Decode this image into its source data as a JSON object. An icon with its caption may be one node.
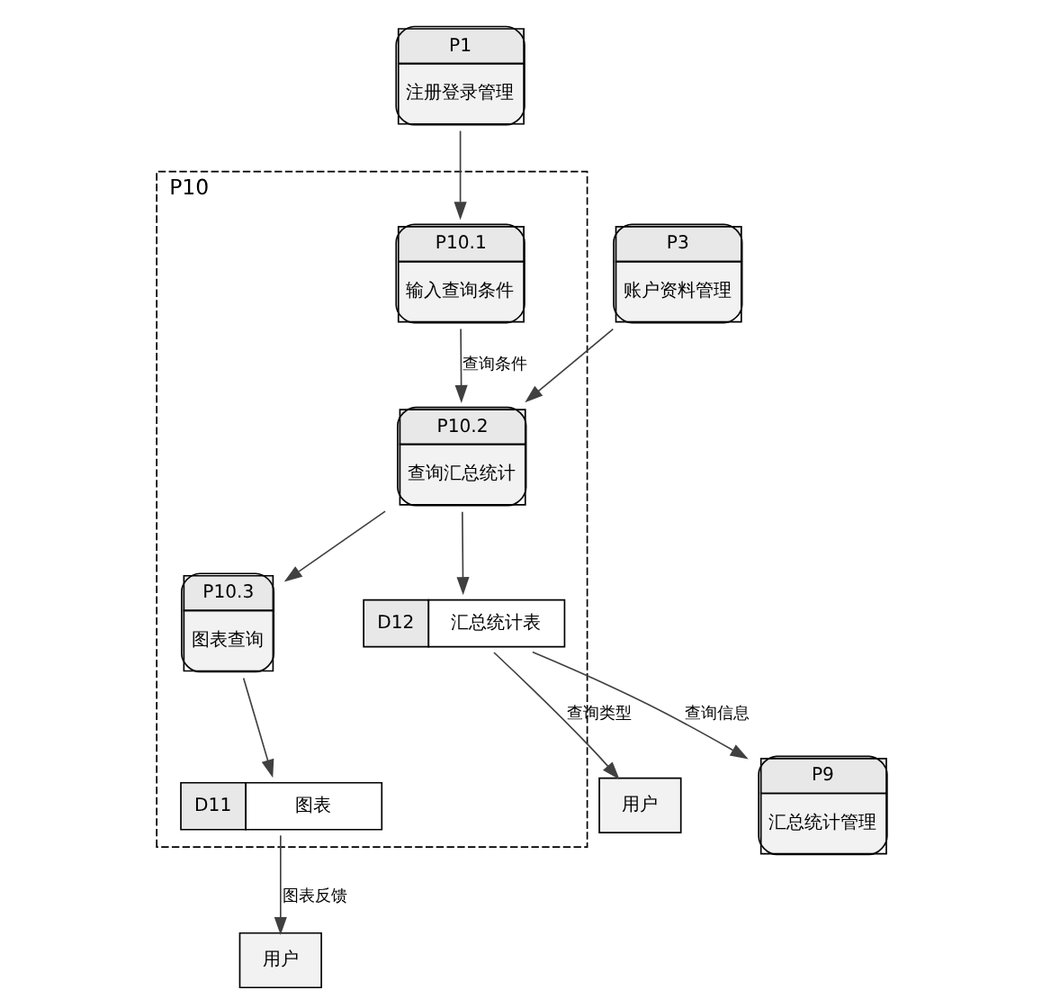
{
  "diagram": {
    "nodes": [
      {
        "text": [
          "P1",
          "注册登录管理"
        ]
      },
      {
        "text": [
          "P10"
        ]
      },
      {
        "text": [
          "P10.1",
          "输入查询条件"
        ],
        "in": 1
      },
      {
        "text": [
          "P10.2",
          "查询汇总统计"
        ],
        "in": 1
      },
      {
        "text": [
          "P10.3",
          "图表查询"
        ],
        "in": 1
      },
      {
        "text": [
          "D12",
          "汇总统计表"
        ],
        "in": 1
      },
      {
        "text": [
          "D11",
          "图表"
        ],
        "in": 1
      },
      {
        "text": [
          "P3",
          "账户资料管理"
        ]
      },
      {
        "text": [
          "用户"
        ]
      },
      {
        "text": [
          "用户"
        ]
      },
      {
        "text": [
          "P9",
          "汇总统计管理"
        ]
      }
    ],
    "edges": [
      {
        "from": 0,
        "to": 2,
        "arrow": "to"
      },
      {
        "from": 2,
        "to": 3,
        "arrow": "to",
        "label": "查询条件"
      },
      {
        "from": 7,
        "to": 3,
        "arrow": "to"
      },
      {
        "from": 3,
        "to": 4,
        "arrow": "to"
      },
      {
        "from": 3,
        "to": 5,
        "arrow": "to"
      },
      {
        "from": 4,
        "to": 6,
        "arrow": "to"
      },
      {
        "from": 6,
        "to": 8,
        "arrow": "to",
        "label": "图表反馈"
      },
      {
        "from": 5,
        "to": 9,
        "arrow": "to",
        "label": "查询类型"
      },
      {
        "from": 5,
        "to": 10,
        "arrow": "to",
        "label": "查询信息"
      }
    ]
  }
}
